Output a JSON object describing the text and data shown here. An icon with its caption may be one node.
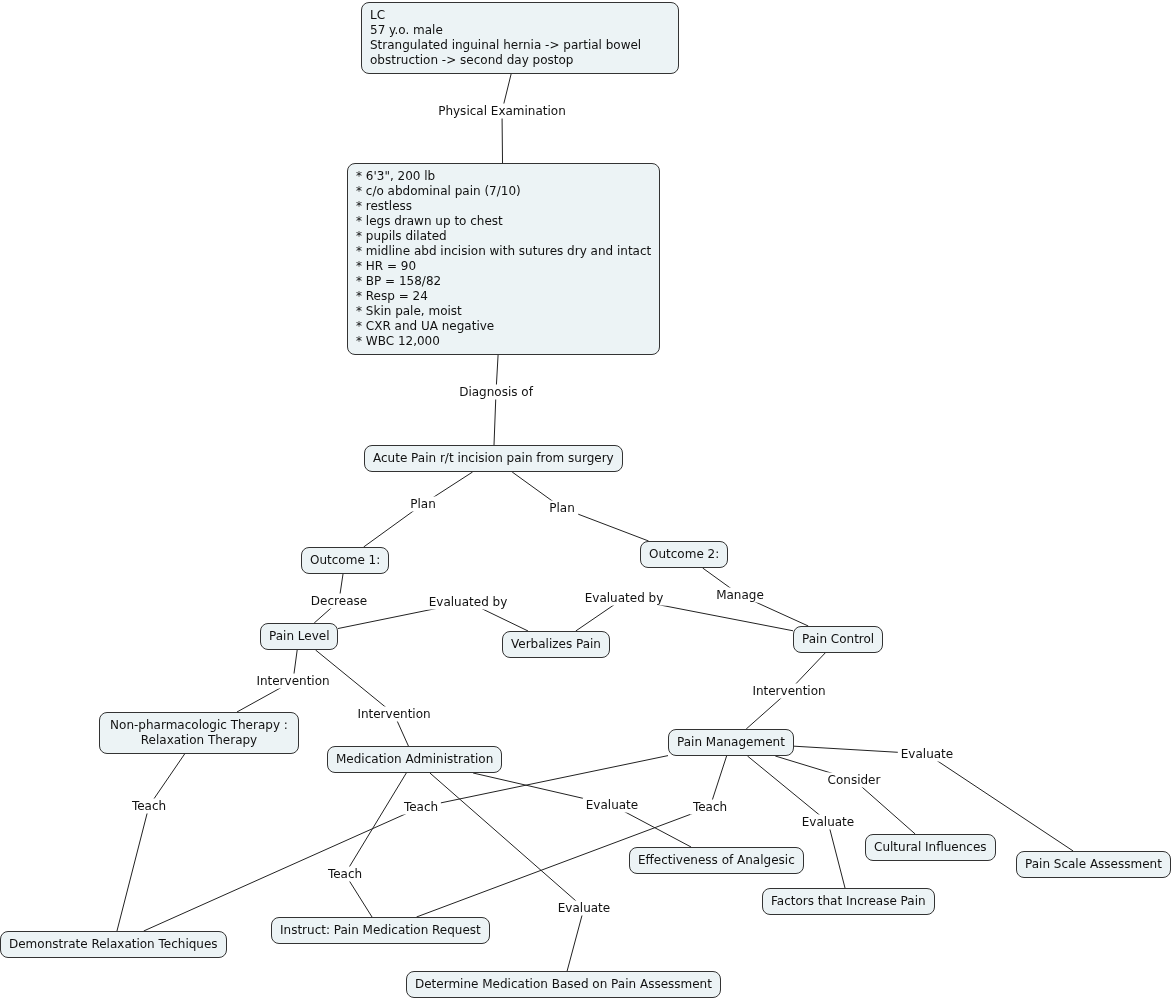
{
  "diagram": {
    "nodes": [
      {
        "text": [
          "LC",
          "57 y.o. male",
          "Strangulated inguinal hernia -> partial bowel obstruction -> second day postop"
        ]
      },
      {
        "text": [
          "* 6'3\", 200 lb",
          "* c/o abdominal pain (7/10)",
          "* restless",
          "* legs drawn up to chest",
          "* pupils dilated",
          "* midline abd incision with sutures dry and intact",
          "* HR = 90",
          "* BP = 158/82",
          "* Resp = 24",
          "* Skin pale, moist",
          "* CXR and UA negative",
          "* WBC 12,000"
        ]
      },
      {
        "text": [
          "Acute Pain r/t incision pain from surgery"
        ]
      },
      {
        "text": [
          "Outcome 1:"
        ]
      },
      {
        "text": [
          "Outcome 2:"
        ]
      },
      {
        "text": [
          "Pain Level"
        ]
      },
      {
        "text": [
          "Verbalizes Pain"
        ]
      },
      {
        "text": [
          "Pain Control"
        ]
      },
      {
        "text": [
          "Non-pharmacologic Therapy : Relaxation Therapy"
        ]
      },
      {
        "text": [
          "Medication Administration"
        ]
      },
      {
        "text": [
          "Pain Management"
        ]
      },
      {
        "text": [
          "Demonstrate Relaxation Techiques"
        ]
      },
      {
        "text": [
          "Instruct: Pain Medication Request"
        ]
      },
      {
        "text": [
          "Effectiveness of Analgesic"
        ]
      },
      {
        "text": [
          "Determine Medication Based on Pain Assessment"
        ]
      },
      {
        "text": [
          "Factors that Increase Pain"
        ]
      },
      {
        "text": [
          "Cultural Influences"
        ]
      },
      {
        "text": [
          "Pain Scale Assessment"
        ]
      }
    ],
    "edges": [
      {
        "from": 0,
        "to": 1,
        "arrow": "none",
        "label": "Physical Examination"
      },
      {
        "from": 1,
        "to": 2,
        "arrow": "none",
        "label": "Diagnosis of"
      },
      {
        "from": 2,
        "to": 3,
        "arrow": "none",
        "label": "Plan"
      },
      {
        "from": 2,
        "to": 4,
        "arrow": "none",
        "label": "Plan"
      },
      {
        "from": 3,
        "to": 5,
        "arrow": "none",
        "label": "Decrease"
      },
      {
        "from": 5,
        "to": 6,
        "arrow": "none",
        "label": "Evaluated by"
      },
      {
        "from": 4,
        "to": 7,
        "arrow": "none",
        "label": "Manage"
      },
      {
        "from": 7,
        "to": 6,
        "arrow": "none",
        "label": "Evaluated by"
      },
      {
        "from": 5,
        "to": 8,
        "arrow": "none",
        "label": "Intervention"
      },
      {
        "from": 5,
        "to": 9,
        "arrow": "none",
        "label": "Intervention"
      },
      {
        "from": 7,
        "to": 10,
        "arrow": "none",
        "label": "Intervention"
      },
      {
        "from": 8,
        "to": 11,
        "arrow": "none",
        "label": "Teach"
      },
      {
        "from": 10,
        "to": 11,
        "arrow": "none",
        "label": "Teach"
      },
      {
        "from": 9,
        "to": 12,
        "arrow": "none",
        "label": "Teach"
      },
      {
        "from": 10,
        "to": 12,
        "arrow": "none",
        "label": "Teach"
      },
      {
        "from": 9,
        "to": 13,
        "arrow": "none",
        "label": "Evaluate"
      },
      {
        "from": 9,
        "to": 14,
        "arrow": "none",
        "label": "Evaluate"
      },
      {
        "from": 10,
        "to": 15,
        "arrow": "none",
        "label": "Evaluate"
      },
      {
        "from": 10,
        "to": 16,
        "arrow": "none",
        "label": "Consider"
      },
      {
        "from": 10,
        "to": 17,
        "arrow": "none",
        "label": "Evaluate"
      }
    ]
  }
}
